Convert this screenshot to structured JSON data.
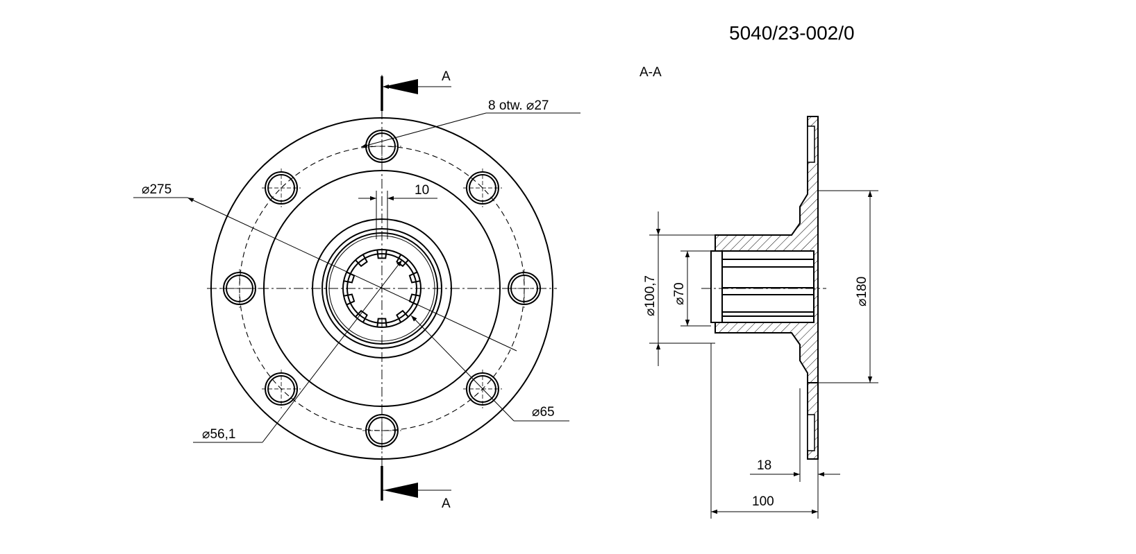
{
  "drawing_number": "5040/23-002/0",
  "section_title": "A-A",
  "section_markers": [
    "A",
    "A"
  ],
  "colors": {
    "line": "#000000",
    "background": "#ffffff"
  },
  "front_view": {
    "holes_note": "8 otw. ⌀27",
    "dim_outer": "⌀275",
    "dim_width": "10",
    "dim_spline": "⌀56,1",
    "dim_bore": "⌀65"
  },
  "section_view": {
    "dim_hub": "⌀100,7",
    "dim_bore": "⌀70",
    "dim_pilot": "⌀180",
    "dim_flange": "18",
    "dim_length": "100"
  }
}
